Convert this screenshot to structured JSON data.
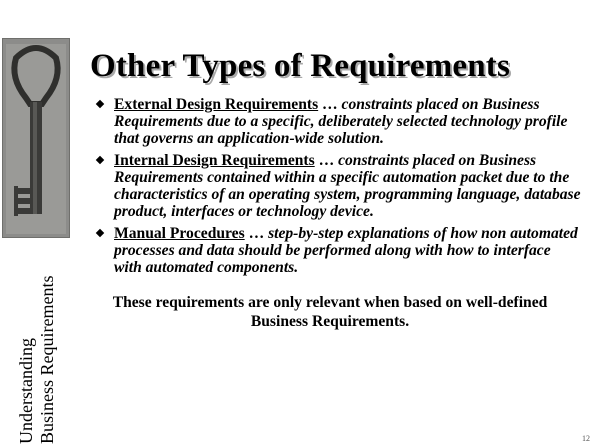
{
  "slide": {
    "title": "Other Types of Requirements",
    "side_title": {
      "line1": "Understanding",
      "line2": "Business Requirements"
    },
    "bullets": [
      {
        "term": "External Design Requirements",
        "separator": " … ",
        "description": "constraints placed on Business Requirements due to a specific, deliberately selected technology profile that governs an application-wide solution."
      },
      {
        "term": "Internal Design Requirements",
        "separator": " … ",
        "description": "constraints placed on Business Requirements contained within a specific automation packet due to the characteristics of an operating system, programming language, database product, interfaces or technology device."
      },
      {
        "term": "Manual Procedures",
        "separator": " … ",
        "description": "step-by-step explanations of how non automated processes and data should be performed along with how to interface with automated components."
      }
    ],
    "summary": "These requirements are only relevant when based on well-defined Business Requirements.",
    "page_number": "12",
    "colors": {
      "background": "#ffffff",
      "text": "#000000",
      "title_shadow": "#a9a9a9"
    }
  }
}
